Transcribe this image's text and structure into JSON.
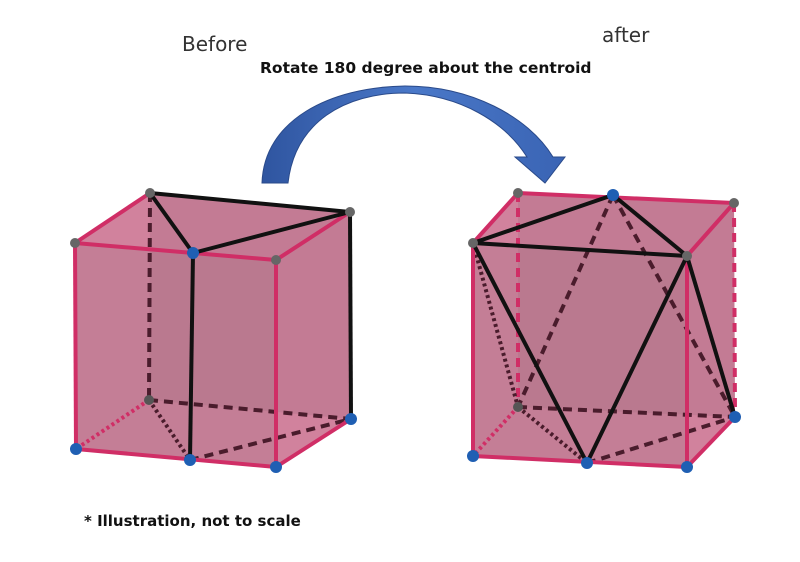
{
  "labels": {
    "before": "Before",
    "after": "after",
    "title": "Rotate 180 degree about the centroid",
    "note": "* Illustration, not to scale"
  },
  "colors": {
    "face": "#c9708f",
    "edge": "#d02e66",
    "arrow": "#4472c4",
    "vertex_blue": "#1f5fb3",
    "vertex_gray": "#666666"
  }
}
